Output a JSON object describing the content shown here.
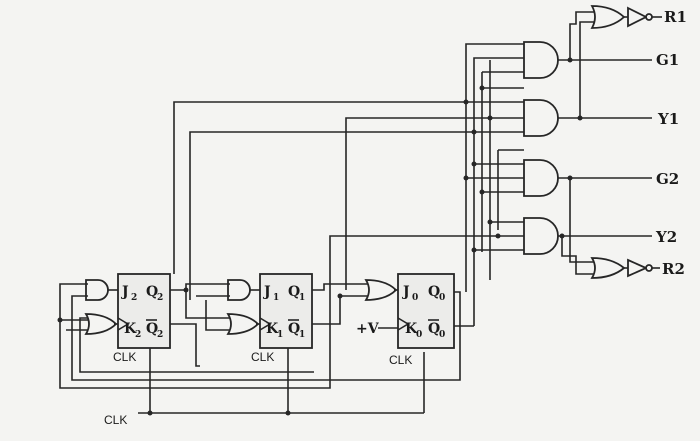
{
  "outputs": {
    "r1": "R1",
    "g1": "G1",
    "y1": "Y1",
    "g2": "G2",
    "y2": "Y2",
    "r2": "R2"
  },
  "flip_flops": [
    {
      "j": "J",
      "j_sub": "2",
      "q": "Q",
      "q_sub": "2",
      "k": "K",
      "k_sub": "2",
      "qbar": "Q",
      "qbar_sub": "2",
      "clk": "CLK"
    },
    {
      "j": "J",
      "j_sub": "1",
      "q": "Q",
      "q_sub": "1",
      "k": "K",
      "k_sub": "1",
      "qbar": "Q",
      "qbar_sub": "1",
      "clk": "CLK"
    },
    {
      "j": "J",
      "j_sub": "0",
      "q": "Q",
      "q_sub": "0",
      "k": "K",
      "k_sub": "0",
      "qbar": "Q",
      "qbar_sub": "0",
      "clk": "CLK"
    }
  ],
  "supply_label": "+V",
  "clock_label": "CLK"
}
